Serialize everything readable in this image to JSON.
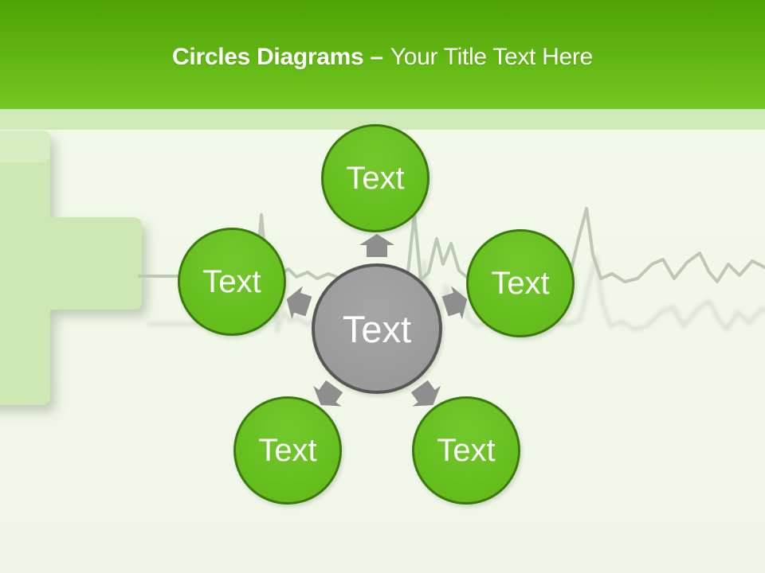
{
  "title": {
    "bold_part": "Circles Diagrams –",
    "regular_part": "Your Title Text Here"
  },
  "diagram": {
    "type": "radial-circles",
    "center_label": "Text",
    "nodes": [
      {
        "id": "top",
        "label": "Text"
      },
      {
        "id": "left",
        "label": "Text"
      },
      {
        "id": "right",
        "label": "Text"
      },
      {
        "id": "bottom-left",
        "label": "Text"
      },
      {
        "id": "bottom-right",
        "label": "Text"
      }
    ]
  },
  "icons": {
    "radial_arrows": "outward-block-arrow",
    "background_left": "medical-cross",
    "background_line": "ekg-heartbeat-trace"
  },
  "colors": {
    "header_top": "#4ea207",
    "header_mid": "#62b713",
    "header_bottom": "#76c922",
    "band": "#cfe9b8",
    "bg_main": "#f2f8ea",
    "bg_main2": "#eff6e7",
    "green": "#64bd1c",
    "green_light": "#74c82e",
    "green_border": "#3a7a0e",
    "gray": "#9a9a9a",
    "gray_light": "#a6a6a6",
    "gray_border": "#575757",
    "arrow": "#8e8e8e",
    "ekg": "#bdc9b3",
    "ekg_shadow": "#8e9885",
    "cross": "#cde8b4"
  }
}
